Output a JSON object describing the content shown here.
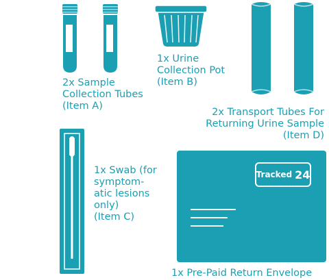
{
  "colors": {
    "teal": "#1a9fb3",
    "teal_dark": "#137f91",
    "white": "#ffffff"
  },
  "items": {
    "sample_tubes": {
      "line1": "2x Sample",
      "line2": "Collection Tubes",
      "line3": "(Item A)"
    },
    "urine_pot": {
      "line1": "1x Urine",
      "line2": "Collection Pot",
      "line3": "(Item B)"
    },
    "transport_tubes": {
      "line1": "2x Transport Tubes For",
      "line2": "Returning Urine Sample",
      "line3": "(Item D)"
    },
    "swab": {
      "line1": "1x Swab (for",
      "line2": "symptom-",
      "line3": "atic lesions",
      "line4": "only)",
      "line5": "(Item C)"
    },
    "envelope": {
      "label": "1x Pre-Paid Return Envelope",
      "stamp_text": "Tracked",
      "stamp_number": "24"
    }
  }
}
